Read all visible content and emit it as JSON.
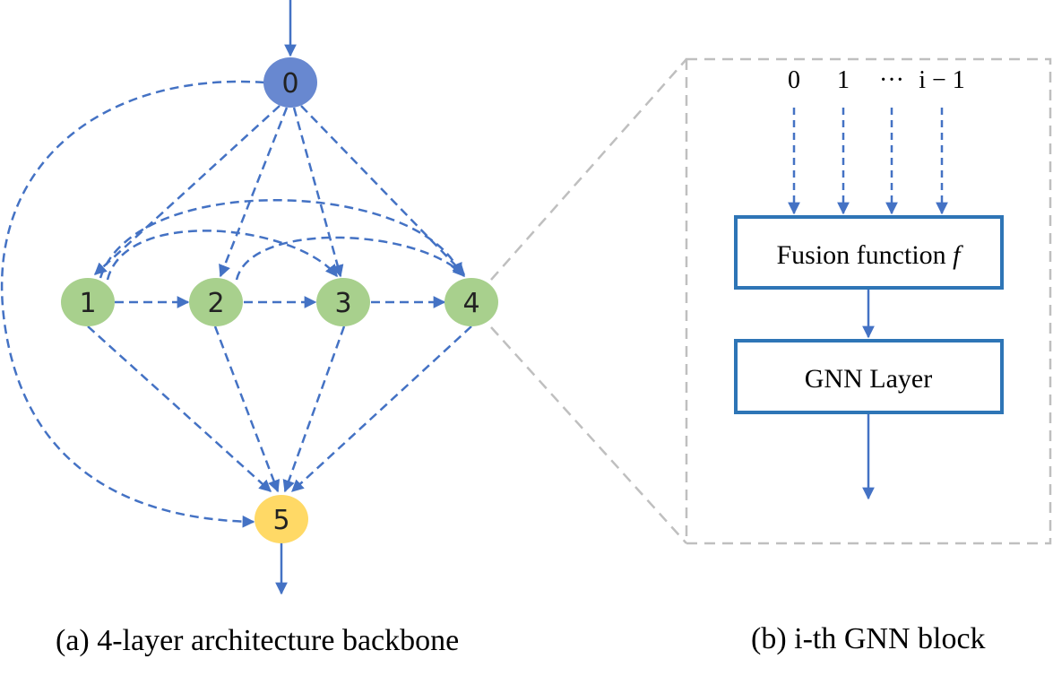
{
  "backbone": {
    "nodes": [
      {
        "id": "node-0",
        "label": "0",
        "color": "#6888d0"
      },
      {
        "id": "node-1",
        "label": "1",
        "color": "#a8d08d"
      },
      {
        "id": "node-2",
        "label": "2",
        "color": "#a8d08d"
      },
      {
        "id": "node-3",
        "label": "3",
        "color": "#a8d08d"
      },
      {
        "id": "node-4",
        "label": "4",
        "color": "#a8d08d"
      },
      {
        "id": "node-5",
        "label": "5",
        "color": "#ffd966"
      }
    ],
    "edge_color": "#4472c4",
    "caption": "(a) 4-layer architecture backbone"
  },
  "block": {
    "inputs": [
      "0",
      "1",
      "···",
      "i − 1"
    ],
    "fusion_label": "Fusion function ",
    "fusion_symbol": "f",
    "gnn_label": "GNN Layer",
    "box_color": "#2e75b6",
    "zoom_color": "#bfbfbf",
    "caption": "(b) i-th GNN block"
  }
}
